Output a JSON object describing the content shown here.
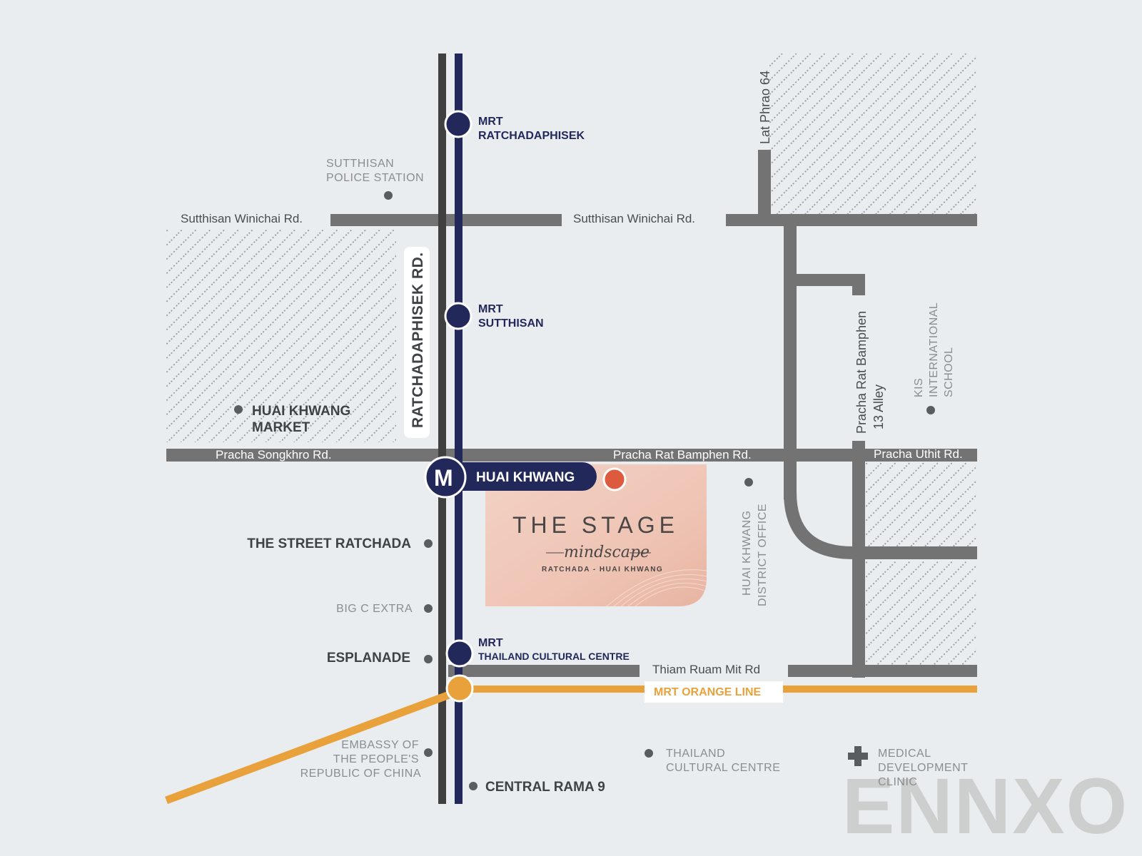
{
  "colors": {
    "background": "#eaedf0",
    "road": "#737373",
    "rail_dark": "#404040",
    "mrt_blue": "#22295a",
    "orange_line": "#e9a23b",
    "project_pin": "#dd5a3e",
    "project_card": "#efc4b4",
    "poi_dot": "#5a5d60",
    "watermark": "#c9c9c9"
  },
  "roads": {
    "sutthisan_left": "Sutthisan Winichai Rd.",
    "sutthisan_right": "Sutthisan Winichai Rd.",
    "ratchadaphisek": "RATCHADAPHISEK RD.",
    "pracha_songkhro": "Pracha Songkhro Rd.",
    "pracha_rat_bamphen": "Pracha Rat Bamphen Rd.",
    "pracha_uthit": "Pracha Uthit Rd.",
    "lat_phrao": "Lat Phrao 64",
    "pracha_alley_line1": "Pracha Rat Bamphen",
    "pracha_alley_line2": "13 Alley",
    "thiam_ruam_mit": "Thiam Ruam Mit Rd"
  },
  "stations": {
    "ratchadaphisek": {
      "line1": "MRT",
      "line2": "RATCHADAPHISEK"
    },
    "sutthisan": {
      "line1": "MRT",
      "line2": "SUTTHISAN"
    },
    "huai_khwang": {
      "icon": "M",
      "label": "HUAI KHWANG"
    },
    "cultural_centre": {
      "line1": "MRT",
      "line2": "THAILAND  CULTURAL  CENTRE"
    },
    "orange_line_label": "MRT ORANGE LINE"
  },
  "pois": {
    "police_line1": "SUTTHISAN",
    "police_line2": "POLICE STATION",
    "market_line1": "HUAI KHWANG",
    "market_line2": "MARKET",
    "street_ratchada": "THE STREET  RATCHADA",
    "big_c": "BIG C EXTRA",
    "esplanade": "ESPLANADE",
    "embassy_line1": "EMBASSY OF",
    "embassy_line2": "THE PEOPLE'S",
    "embassy_line3": "REPUBLIC  OF CHINA",
    "central": "CENTRAL RAMA 9",
    "tcc_line1": "THAILAND",
    "tcc_line2": "CULTURAL CENTRE",
    "medical_line1": "MEDICAL",
    "medical_line2": "DEVELOPMENT",
    "medical_line3": "CLINIC",
    "district_line1": "HUAI KHWANG",
    "district_line2": "DISTRICT OFFICE",
    "kis_line1": "KIS",
    "kis_line2": "INTERNATIONAL",
    "kis_line3": "SCHOOL"
  },
  "project": {
    "title": "THE STAGE",
    "script": "mindscape",
    "subtitle": "RATCHADA - HUAI KHWANG"
  },
  "watermark": "ENNXO"
}
